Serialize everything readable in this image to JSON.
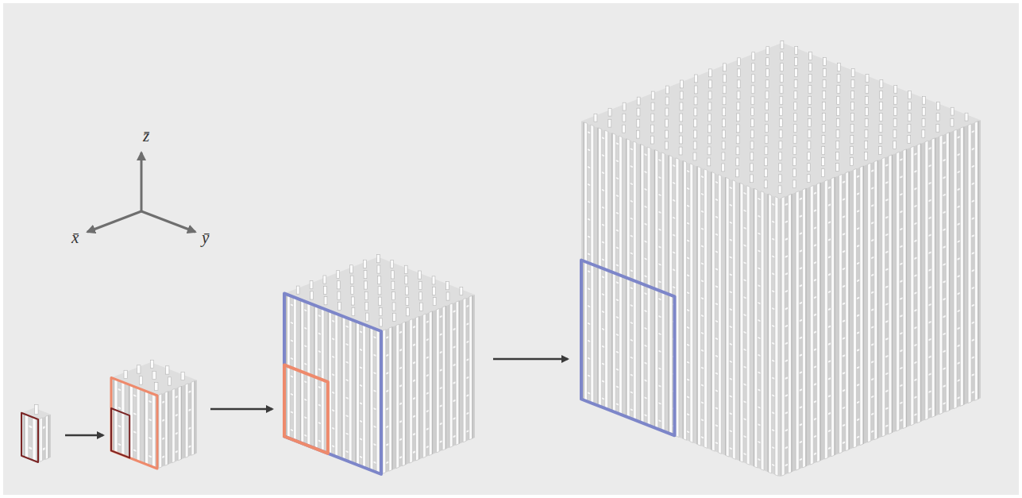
{
  "diagram": {
    "labels": [
      "z̄",
      "x̄",
      "ȳ"
    ]
  }
}
